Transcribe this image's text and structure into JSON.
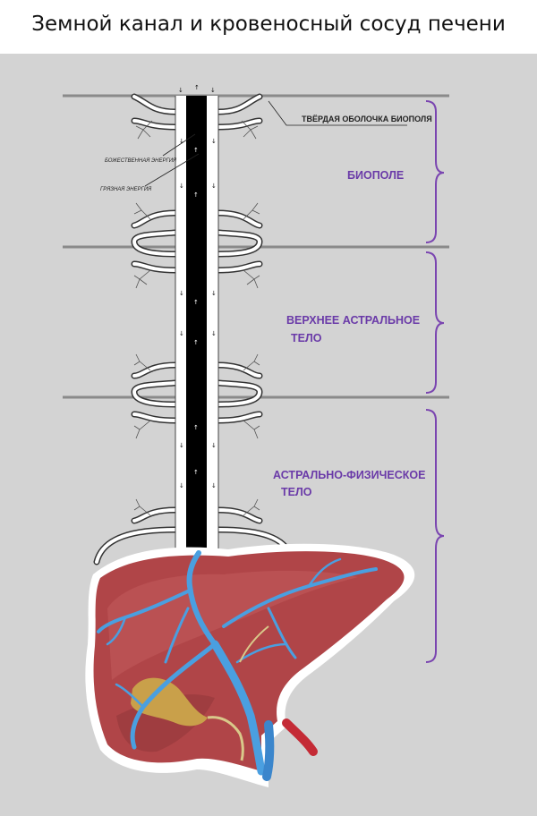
{
  "title": "Земной канал и кровеносный сосуд печени",
  "labels": {
    "membrane": "ТВЁРДАЯ ОБОЛОЧКА БИОПОЛЯ",
    "divine_energy": "БОЖЕСТВЕННАЯ ЭНЕРГИЯ",
    "dirty_energy": "ГРЯЗНАЯ ЭНЕРГИЯ"
  },
  "zones": [
    {
      "lines": [
        "БИОПОЛЕ"
      ]
    },
    {
      "lines": [
        "ВЕРХНЕЕ АСТРАЛЬНОЕ",
        "ТЕЛО"
      ]
    },
    {
      "lines": [
        "АСТРАЛЬНО-ФИЗИЧЕСКОЕ",
        "ТЕЛО"
      ]
    }
  ],
  "colors": {
    "panel": "#d3d3d3",
    "channel": "#000000",
    "zone_text": "#6a3aa8",
    "brace": "#7a45b0",
    "liver": "#b04548",
    "vein": "#4a9fe0",
    "artery": "#c42a35",
    "gallbladder": "#c9a04a"
  },
  "icons": [
    "liver-illustration",
    "vertical-channel",
    "zone-brace"
  ]
}
